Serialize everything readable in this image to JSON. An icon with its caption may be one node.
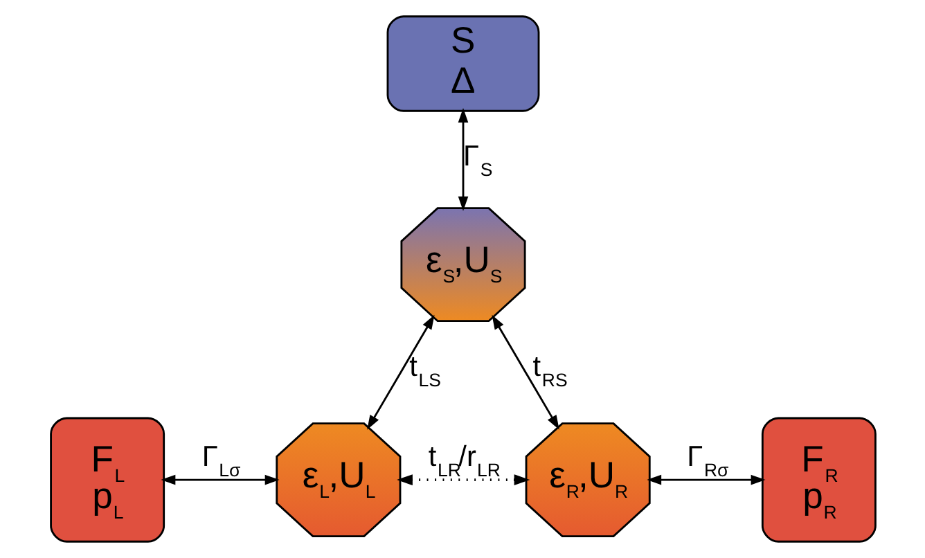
{
  "diagram": {
    "nodes": [
      {
        "text": [
          "S",
          "Δ"
        ]
      },
      {
        "text": [
          "ε$_{S}$,U$_{S}$"
        ]
      },
      {
        "text": [
          "F$_{L}$",
          "p$_{L}$"
        ]
      },
      {
        "text": [
          "ε$_{L}$,U$_{L}$"
        ]
      },
      {
        "text": [
          "ε$_{R}$,U$_{R}$"
        ]
      },
      {
        "text": [
          "F$_{R}$",
          "p$_{R}$"
        ]
      }
    ],
    "edges": [
      {
        "from": 0,
        "to": 1,
        "arrow": "both",
        "label": "Γ$_{S}$"
      },
      {
        "from": 1,
        "to": 3,
        "arrow": "both",
        "label": "t$_{LS}$"
      },
      {
        "from": 1,
        "to": 4,
        "arrow": "both",
        "label": "t$_{RS}$"
      },
      {
        "from": 2,
        "to": 3,
        "arrow": "both",
        "label": "Γ$_{Lσ}$"
      },
      {
        "from": 3,
        "to": 4,
        "arrow": "both",
        "label": "t$_{LR}$/r$_{LR}$",
        "style": "dashed"
      },
      {
        "from": 4,
        "to": 5,
        "arrow": "both",
        "label": "Γ$_{Rσ}$"
      }
    ]
  }
}
